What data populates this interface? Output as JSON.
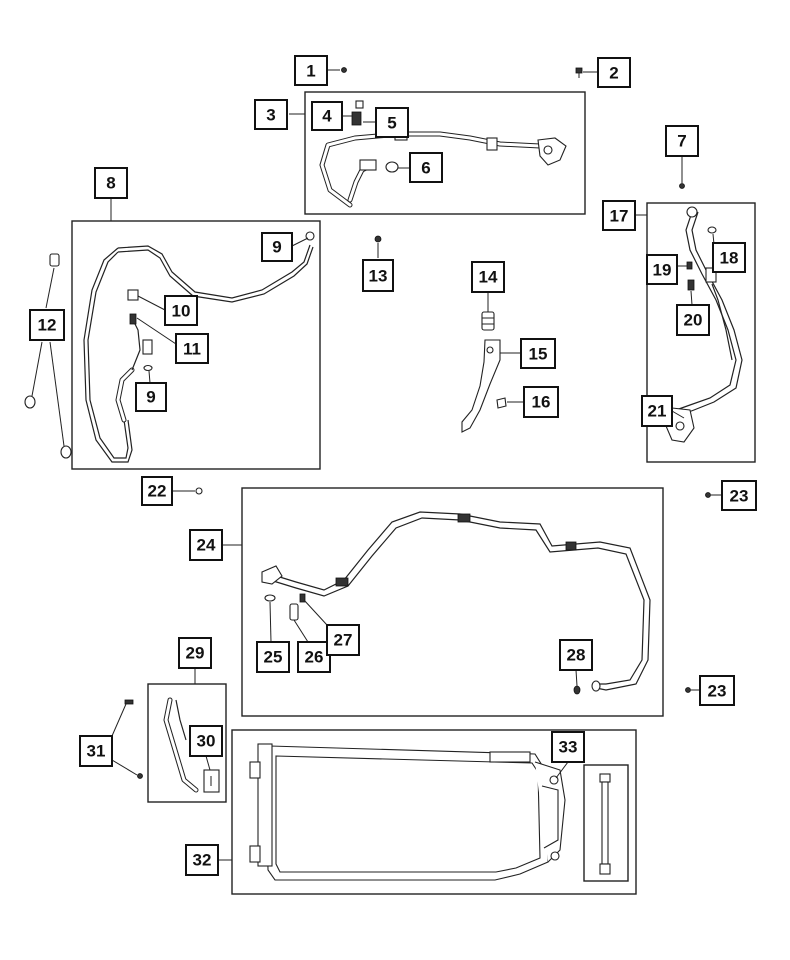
{
  "diagram": {
    "callouts": {
      "c1": "1",
      "c2": "2",
      "c3": "3",
      "c4": "4",
      "c5": "5",
      "c6": "6",
      "c7": "7",
      "c8": "8",
      "c9a": "9",
      "c9b": "9",
      "c10": "10",
      "c11": "11",
      "c12": "12",
      "c13": "13",
      "c14": "14",
      "c15": "15",
      "c16": "16",
      "c17": "17",
      "c18": "18",
      "c19": "19",
      "c20": "20",
      "c21": "21",
      "c22": "22",
      "c23a": "23",
      "c23b": "23",
      "c24": "24",
      "c25": "25",
      "c26": "26",
      "c27": "27",
      "c28": "28",
      "c29": "29",
      "c30": "30",
      "c31": "31",
      "c32": "32",
      "c33": "33"
    }
  }
}
